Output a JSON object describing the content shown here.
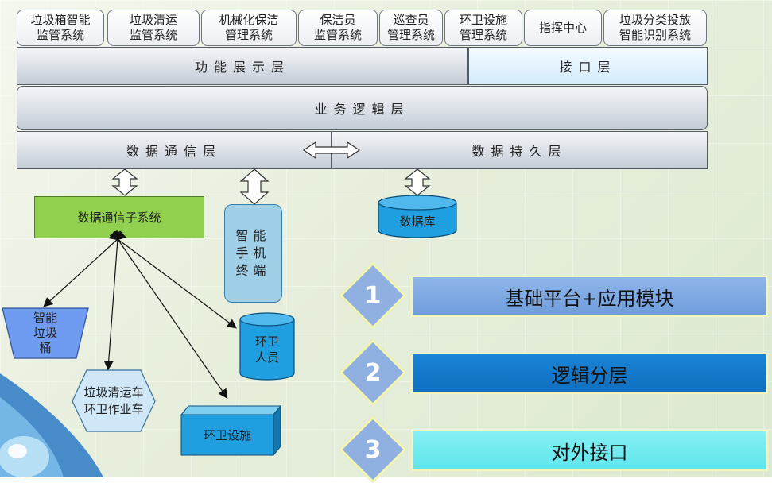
{
  "top_systems": [
    "垃圾箱智能\n监管系统",
    "垃圾清运\n监管系统",
    "机械化保洁\n管理系统",
    "保洁员\n监管系统",
    "巡查员\n管理系统",
    "环卫设施\n管理系统",
    "指挥中心",
    "垃圾分类投放\n智能识别系统"
  ],
  "layers": {
    "presentation": "功能展示层",
    "interface": "接口层",
    "business": "业务逻辑层",
    "communication": "数据通信层",
    "persistence": "数据持久层"
  },
  "components": {
    "comm_subsystem": "数据通信子系统",
    "smart_terminal": "智能\n手机\n终端",
    "database": "数据库",
    "smart_bin": "智能\n垃圾\n桶",
    "sanitation_staff": "环卫\n人员",
    "vehicles": "垃圾清运车\n环卫作业车",
    "facilities": "环卫设施"
  },
  "features": [
    {
      "number": "1",
      "label": "基础平台+应用模块"
    },
    {
      "number": "2",
      "label": "逻辑分层"
    },
    {
      "number": "3",
      "label": "对外接口"
    }
  ],
  "colors": {
    "comm_subsystem": "#92d050",
    "blue_objects": "#1f9ee0",
    "banner1": "#6f9cdb",
    "banner2": "#0f6fc0",
    "banner3": "#5ee6ec"
  }
}
